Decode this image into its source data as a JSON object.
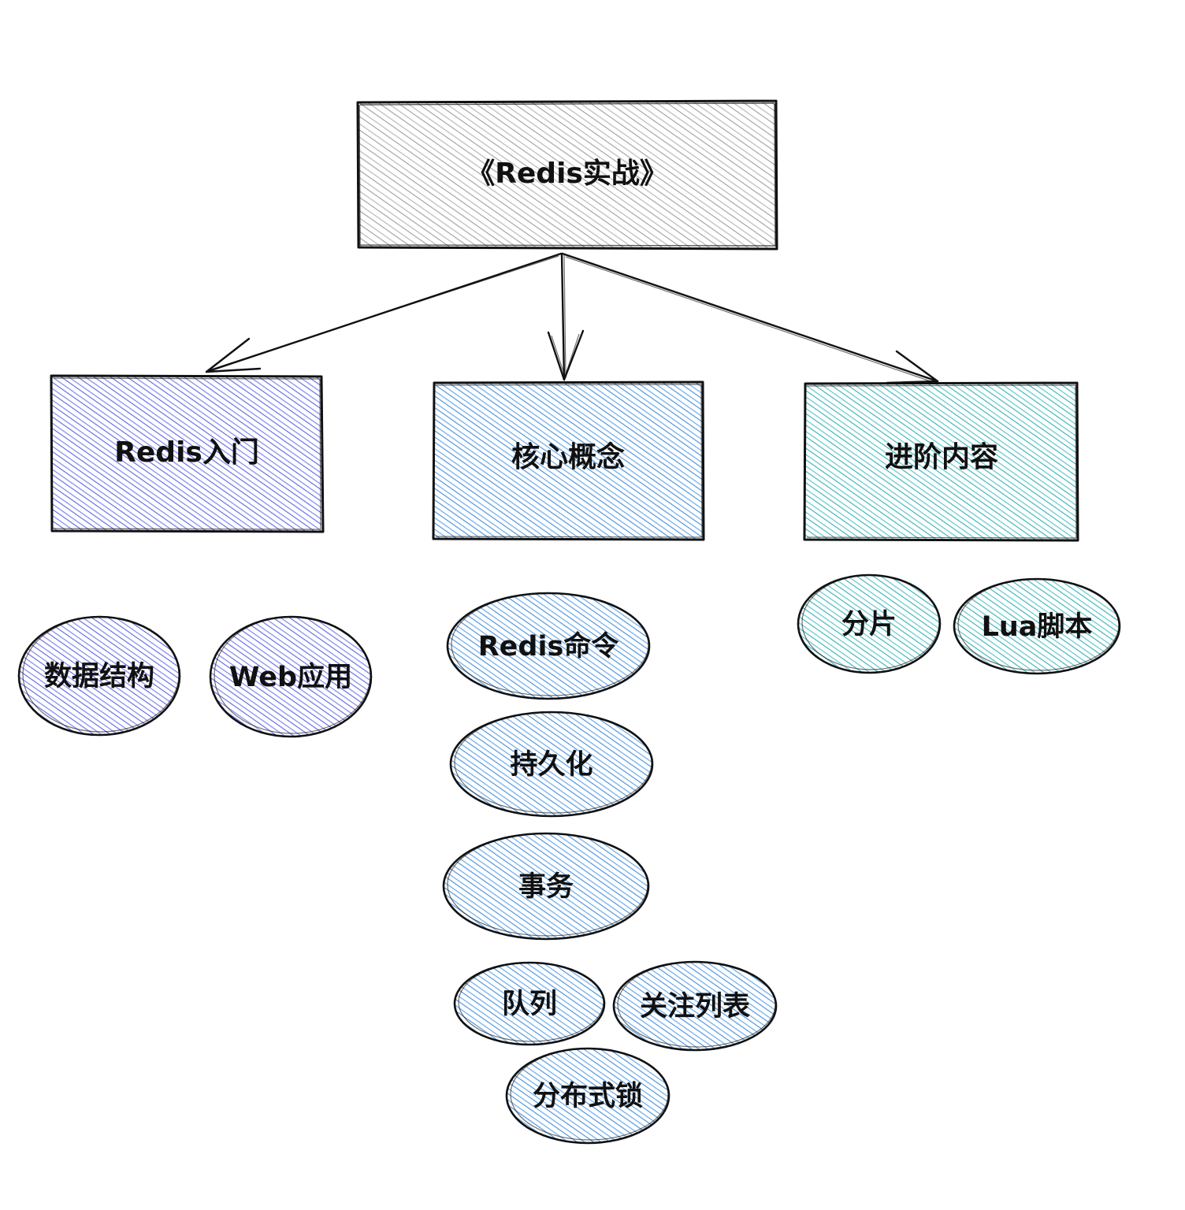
{
  "colors": {
    "background": "#ffffff",
    "stroke": "#111111",
    "root_hatch": "#9e9e9e",
    "entry_hatch": "#5b64e6",
    "core_hatch": "#3f8fe0",
    "advanced_hatch": "#2fb2b8"
  },
  "root": {
    "label": "《Redis实战》"
  },
  "branches": [
    {
      "label": "Redis入门",
      "items": [
        "数据结构",
        "Web应用"
      ]
    },
    {
      "label": "核心概念",
      "items": [
        "Redis命令",
        "持久化",
        "事务",
        "队列",
        "关注列表",
        "分布式锁"
      ]
    },
    {
      "label": "进阶内容",
      "items": [
        "分片",
        "Lua脚本"
      ]
    }
  ]
}
